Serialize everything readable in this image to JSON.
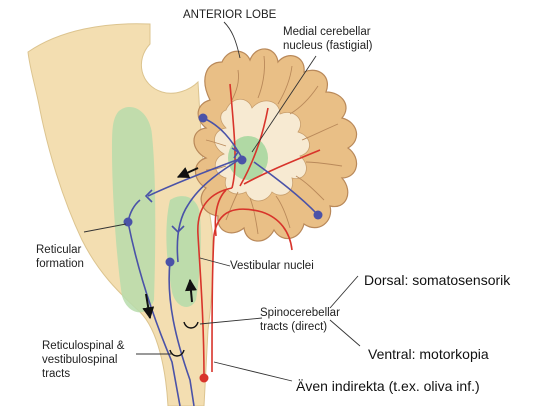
{
  "labels": {
    "anterior_lobe": "ANTERIOR LOBE",
    "medial_nucleus_line1": "Medial cerebellar",
    "medial_nucleus_line2": "nucleus (fastigial)",
    "reticular_line1": "Reticular",
    "reticular_line2": "formation",
    "vestibular_nuclei": "Vestibular nuclei",
    "spinocerebellar_line1": "Spinocerebellar",
    "spinocerebellar_line2": "tracts (direct)",
    "reticulospinal_line1": "Reticulospinal &",
    "reticulospinal_line2": "vestibulospinal",
    "reticulospinal_line3": "tracts"
  },
  "notes": {
    "dorsal": "Dorsal: somatosensorik",
    "ventral": "Ventral: motorkopia",
    "indirect": "Även indirekta (t.ex. oliva inf.)"
  },
  "colors": {
    "brainstem": "#f3deb1",
    "cortex": "#e9bf86",
    "cortex_line": "#b9895a",
    "nucleus_green": "#a7d79f",
    "pathway_blue": "#4a52a8",
    "pathway_red": "#d8342b",
    "leader": "#333333"
  }
}
